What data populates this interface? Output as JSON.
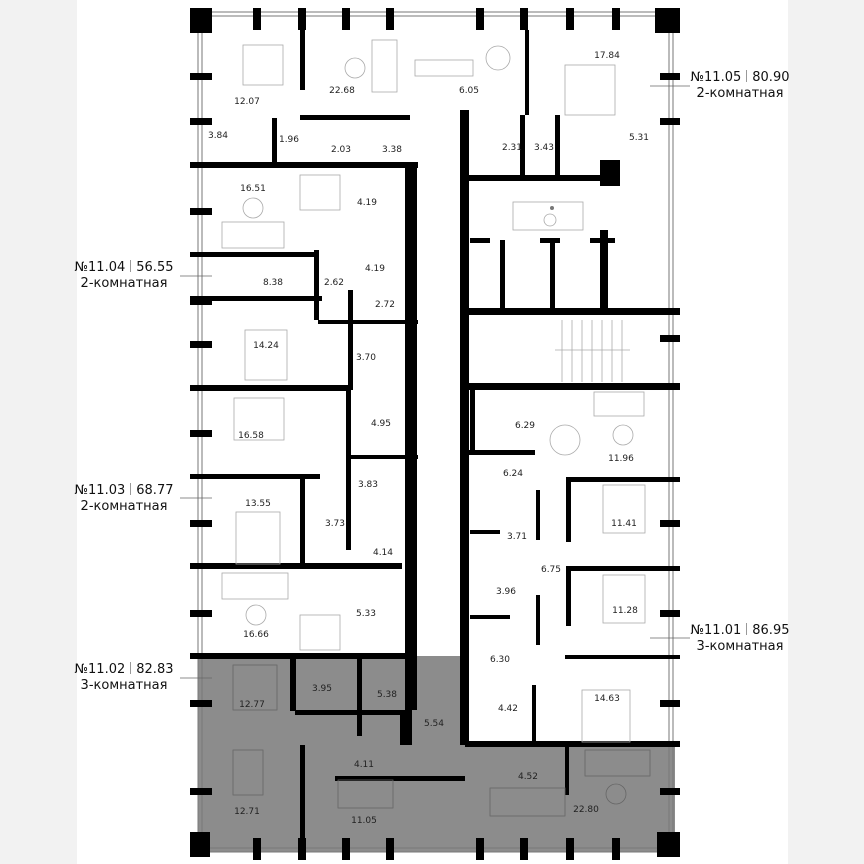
{
  "colors": {
    "highlight": "#8c8c8c",
    "wall": "#000000",
    "background": "#f2f2f2"
  },
  "apartments": [
    {
      "number": "№11.05",
      "area": "80.90",
      "type": "2-комнатная",
      "rooms": [
        "12.07",
        "22.68",
        "6.05",
        "17.84",
        "3.84",
        "1.96",
        "2.03",
        "3.38",
        "2.31",
        "3.43",
        "5.31"
      ]
    },
    {
      "number": "№11.04",
      "area": "56.55",
      "type": "2-комнатная",
      "rooms": [
        "16.51",
        "4.19",
        "4.19",
        "8.38",
        "2.62",
        "2.72",
        "14.24",
        "3.70"
      ]
    },
    {
      "number": "№11.03",
      "area": "68.77",
      "type": "2-комнатная",
      "rooms": [
        "16.58",
        "4.95",
        "3.83",
        "13.55",
        "3.73",
        "4.14",
        "5.33",
        "16.66"
      ]
    },
    {
      "number": "№11.02",
      "area": "82.83",
      "type": "3-комнатная",
      "highlighted": true,
      "rooms": [
        "12.77",
        "3.95",
        "5.38",
        "4.11",
        "5.54",
        "12.71",
        "11.05",
        "4.52",
        "22.80"
      ]
    },
    {
      "number": "№11.01",
      "area": "86.95",
      "type": "3-комнатная",
      "rooms": [
        "6.29",
        "11.96",
        "6.24",
        "11.41",
        "3.71",
        "6.75",
        "3.96",
        "11.28",
        "6.30",
        "4.42",
        "14.63"
      ]
    }
  ],
  "icons": {
    "accessible": "wheelchair-icon"
  }
}
